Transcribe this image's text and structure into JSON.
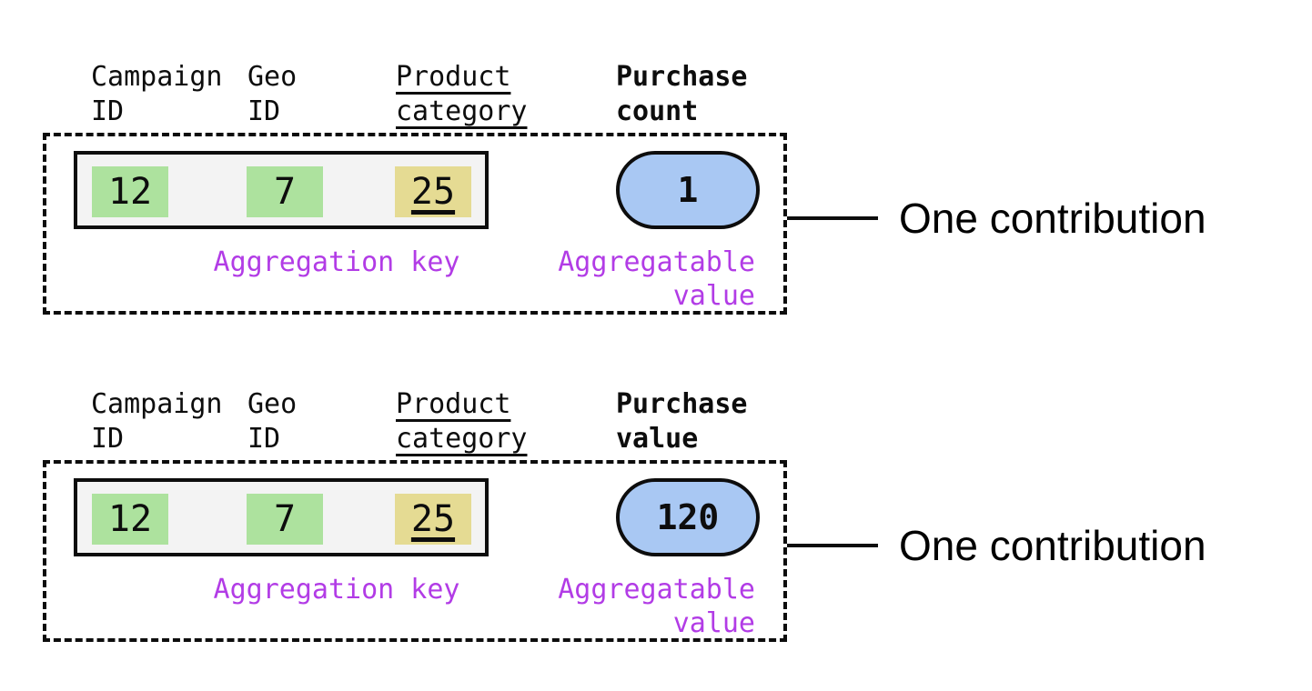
{
  "palette": {
    "background": "#ffffff",
    "ink": "#0d0d0d",
    "green_highlight": "#ade29e",
    "khaki_highlight": "#e5db93",
    "blue_pill": "#a9c8f3",
    "purple_label": "#b23ce6",
    "row_background": "#f3f3f3"
  },
  "groups": [
    {
      "headers": {
        "campaign_line1": "Campaign",
        "campaign_line2": "ID",
        "geo_line1": "Geo",
        "geo_line2": "ID",
        "product_line1": "Product",
        "product_line2": "category",
        "metric_line1": "Purchase",
        "metric_line2": "count"
      },
      "record": {
        "campaign_id": "12",
        "geo_id": "7",
        "product_category": "25"
      },
      "aggregatable_value": "1",
      "labels": {
        "aggregation_key": "Aggregation key",
        "aggregatable_line1": "Aggregatable",
        "aggregatable_line2": "value",
        "contribution": "One contribution"
      }
    },
    {
      "headers": {
        "campaign_line1": "Campaign",
        "campaign_line2": "ID",
        "geo_line1": "Geo",
        "geo_line2": "ID",
        "product_line1": "Product",
        "product_line2": "category",
        "metric_line1": "Purchase",
        "metric_line2": "value"
      },
      "record": {
        "campaign_id": "12",
        "geo_id": "7",
        "product_category": "25"
      },
      "aggregatable_value": "120",
      "labels": {
        "aggregation_key": "Aggregation key",
        "aggregatable_line1": "Aggregatable",
        "aggregatable_line2": "value",
        "contribution": "One contribution"
      }
    }
  ]
}
